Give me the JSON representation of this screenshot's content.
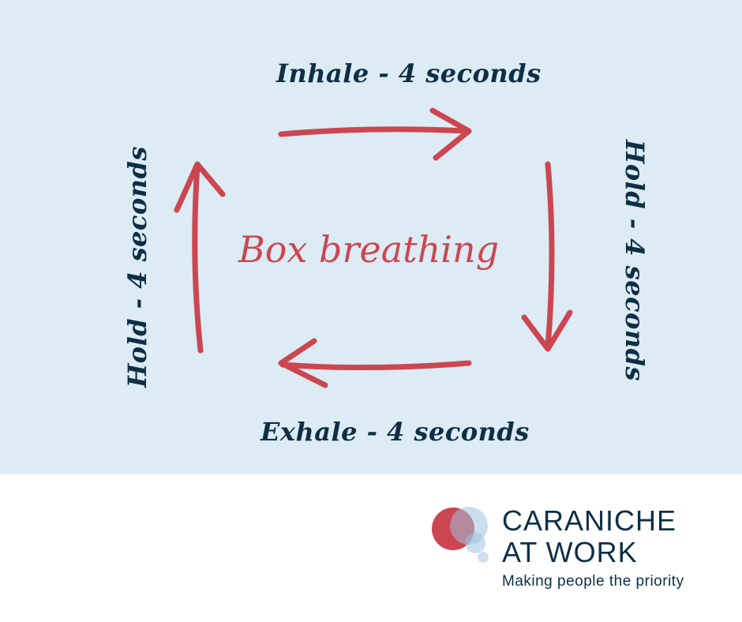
{
  "diagram": {
    "title": "Box breathing",
    "steps": {
      "top": "Inhale  - 4 seconds",
      "right": "Hold - 4 seconds",
      "bottom": "Exhale  - 4 seconds",
      "left": "Hold - 4 seconds"
    }
  },
  "brand": {
    "line1": "CARANICHE",
    "line2": "AT WORK",
    "tagline": "Making people the priority"
  },
  "colors": {
    "panel_bg": "#dcebf4",
    "arrow": "#cc4650",
    "text": "#0e2f44",
    "logo_red": "#cc4650",
    "logo_blue": "#9fc3de"
  }
}
